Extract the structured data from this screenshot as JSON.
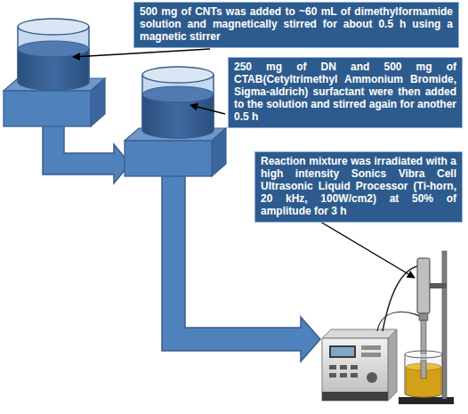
{
  "diagram": {
    "nodes": [
      {
        "text": [
          "500 mg of CNTs was added to ~60 mL of dimethylformamide solution and magnetically stirred for about 0.5 h using a magnetic stirrer"
        ]
      },
      {
        "text": [
          "250 mg of DN and 500 mg of CTAB(Cetyltrimethyl Ammonium Bromide, Sigma-aldrich) surfactant were then added to the solution and stirred again for another 0.5 h"
        ]
      },
      {
        "text": [
          "Reaction mixture was irradiated with a high intensity Sonics Vibra Cell Ultrasonic Liquid Processor (Ti-horn, 20 kHz, 100W/cm2) at 50% of amplitude for 3 h"
        ]
      }
    ]
  }
}
